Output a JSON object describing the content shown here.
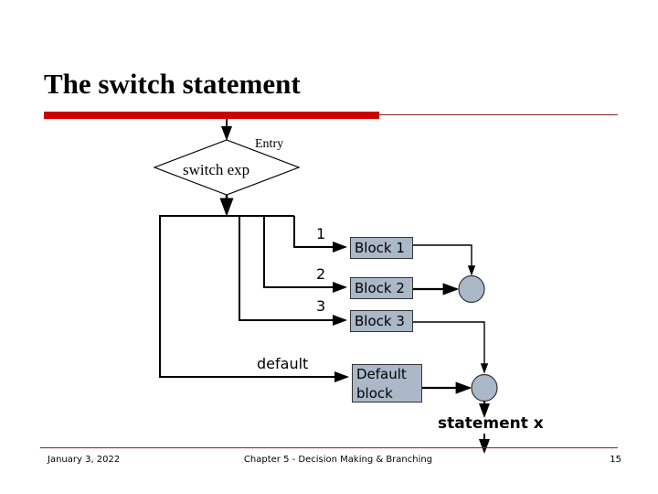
{
  "slide": {
    "title": "The switch statement",
    "accent_color": "#cc0000",
    "rule_color": "#8c2020"
  },
  "diagram": {
    "type": "flowchart",
    "decision": {
      "name": "switch-exp-decision",
      "text": "switch exp",
      "entry_label": "Entry"
    },
    "branches": [
      {
        "label": "1",
        "target": "Block 1"
      },
      {
        "label": "2",
        "target": "Block 2"
      },
      {
        "label": "3",
        "target": "Block 3"
      },
      {
        "label": "default",
        "target": "Default block"
      }
    ],
    "blocks": [
      {
        "id": "block-1",
        "text": "Block 1"
      },
      {
        "id": "block-2",
        "text": "Block 2"
      },
      {
        "id": "block-3",
        "text": "Block 3"
      },
      {
        "id": "default-block",
        "line1": "Default",
        "line2": "block"
      }
    ],
    "exit_label": "statement x",
    "box_fill": "#aab8c8",
    "box_stroke": "#333333",
    "connector_color": "#000000"
  },
  "footer": {
    "date": "January 3, 2022",
    "center": "Chapter 5 - Decision Making & Branching",
    "page": "15"
  }
}
